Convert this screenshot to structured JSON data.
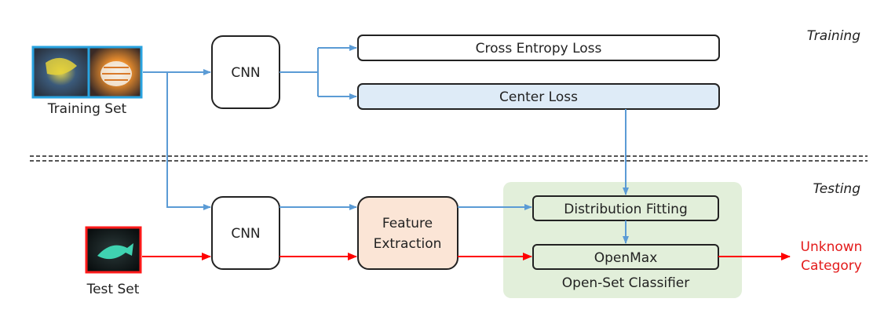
{
  "phases": {
    "training": "Training",
    "testing": "Testing"
  },
  "inputs": {
    "training_set": "Training Set",
    "test_set": "Test Set"
  },
  "boxes": {
    "cnn_train": "CNN",
    "cross_entropy": "Cross Entropy Loss",
    "center_loss": "Center Loss",
    "cnn_test": "CNN",
    "feature_extraction_line1": "Feature",
    "feature_extraction_line2": "Extraction",
    "distribution_fitting": "Distribution Fitting",
    "openmax": "OpenMax"
  },
  "group": {
    "label": "Open-Set Classifier"
  },
  "output": {
    "line1": "Unknown",
    "line2": "Category"
  },
  "colors": {
    "blue_arrow": "#5b9bd5",
    "red_arrow": "#ff0000",
    "center_loss_fill": "#deebf7",
    "feature_fill": "#fbe5d6",
    "classifier_fill": "#e2efda",
    "output_text": "#e31a1a"
  },
  "icons": {
    "training_images": "fish-photo-pair",
    "test_image": "fish-photo"
  }
}
